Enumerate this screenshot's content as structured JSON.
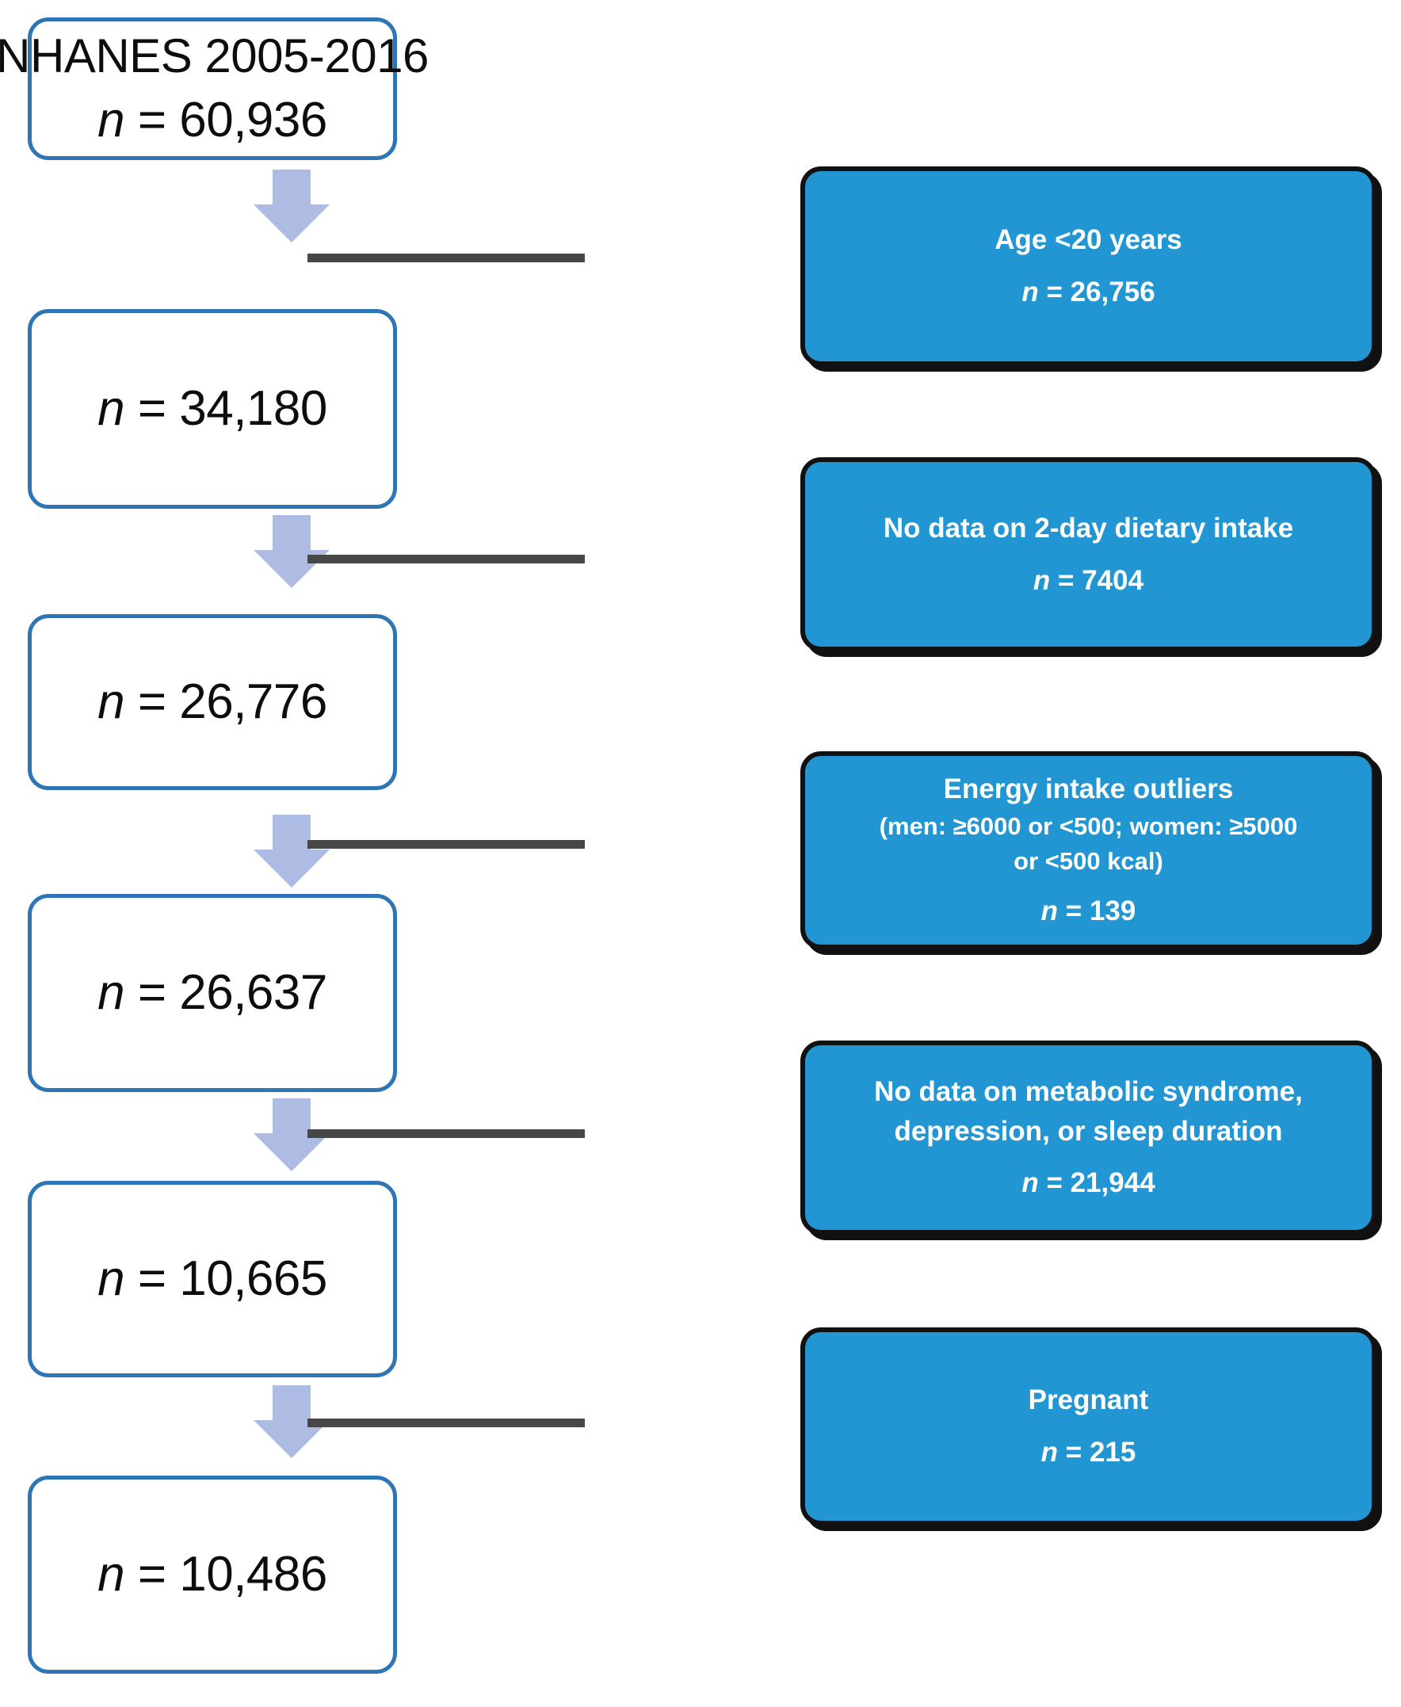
{
  "diagram": {
    "title": "NHANES participant selection flow diagram",
    "colors": {
      "flowbox_border": "#2e75b6",
      "exclusion_fill": "#2196d3",
      "exclusion_border": "#111111",
      "arrow": "#aebce4",
      "connector": "#474747",
      "text_dark": "#0d0d0d",
      "text_light": "#ffffff"
    },
    "flow_boxes": [
      {
        "title": "NHANES 2005-2016",
        "n_prefix": "n",
        "n_value": "= 60,936"
      },
      {
        "title": "",
        "n_prefix": "n",
        "n_value": "= 34,180"
      },
      {
        "title": "",
        "n_prefix": "n",
        "n_value": "= 26,776"
      },
      {
        "title": "",
        "n_prefix": "n",
        "n_value": "= 26,637"
      },
      {
        "title": "",
        "n_prefix": "n",
        "n_value": "= 10,665"
      },
      {
        "title": "",
        "n_prefix": "n",
        "n_value": "= 10,486"
      }
    ],
    "exclusion_boxes": [
      {
        "reason_line1": "Age <20 years",
        "reason_line2": "",
        "reason_line3": "",
        "n_prefix": "n",
        "n_value": "= 26,756"
      },
      {
        "reason_line1": "No data on 2-day dietary intake",
        "reason_line2": "",
        "reason_line3": "",
        "n_prefix": "n",
        "n_value": "= 7404"
      },
      {
        "reason_line1": "Energy intake outliers",
        "reason_line2": "(men: ≥6000 or <500; women: ≥5000",
        "reason_line3": "or <500 kcal)",
        "n_prefix": "n",
        "n_value": "= 139"
      },
      {
        "reason_line1": "No data on metabolic syndrome,",
        "reason_line2": "depression, or sleep duration",
        "reason_line3": "",
        "n_prefix": "n",
        "n_value": "= 21,944"
      },
      {
        "reason_line1": "Pregnant",
        "reason_line2": "",
        "reason_line3": "",
        "n_prefix": "n",
        "n_value": "= 215"
      }
    ]
  }
}
